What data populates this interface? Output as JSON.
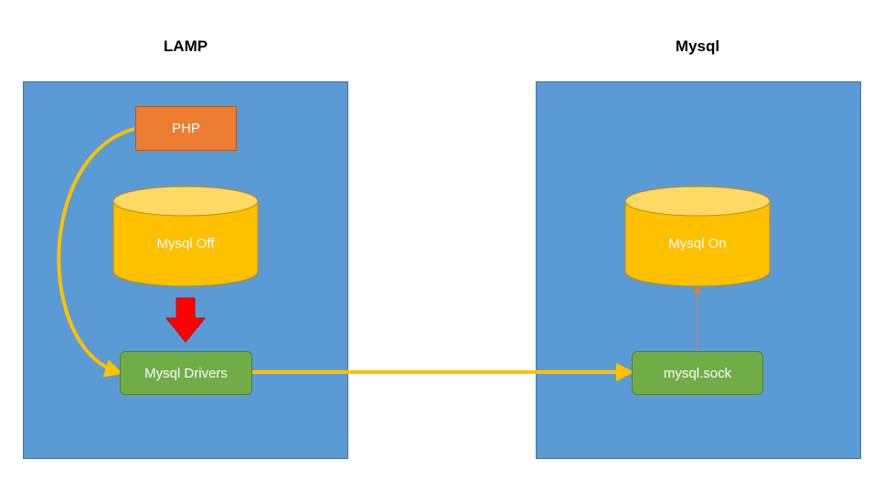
{
  "left_panel": {
    "title": "LAMP",
    "php_label": "PHP",
    "db_label": "Mysql Off",
    "drivers_label": "Mysql Drivers"
  },
  "right_panel": {
    "title": "Mysql",
    "db_label": "Mysql On",
    "socket_label": "mysql.sock"
  },
  "colors": {
    "panel": "#5b9bd5",
    "php": "#ed7d31",
    "database": "#ffc000",
    "component": "#70ad47",
    "connector": "#ffc000",
    "down_arrow": "#ff0000",
    "socket_link": "#ed7d31"
  }
}
